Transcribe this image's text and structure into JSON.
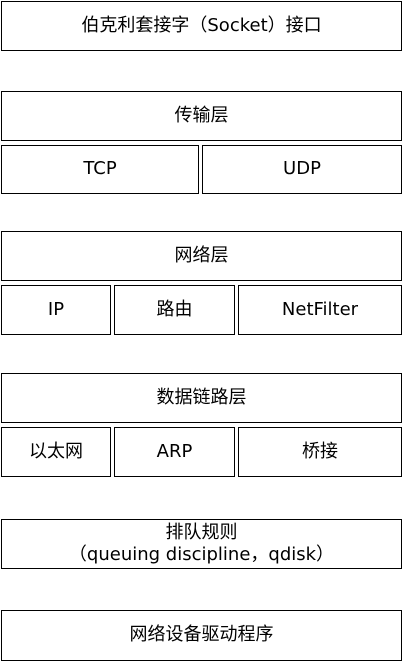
{
  "socket_interface": "伯克利套接字（Socket）接口",
  "transport": {
    "title": "传输层",
    "items": [
      "TCP",
      "UDP"
    ]
  },
  "network": {
    "title": "网络层",
    "items": [
      "IP",
      "路由",
      "NetFilter"
    ]
  },
  "datalink": {
    "title": "数据链路层",
    "items": [
      "以太网",
      "ARP",
      "桥接"
    ]
  },
  "queue": {
    "title": "排队规则",
    "subtitle": "（queuing discipline，qdisk）"
  },
  "driver": "网络设备驱动程序"
}
